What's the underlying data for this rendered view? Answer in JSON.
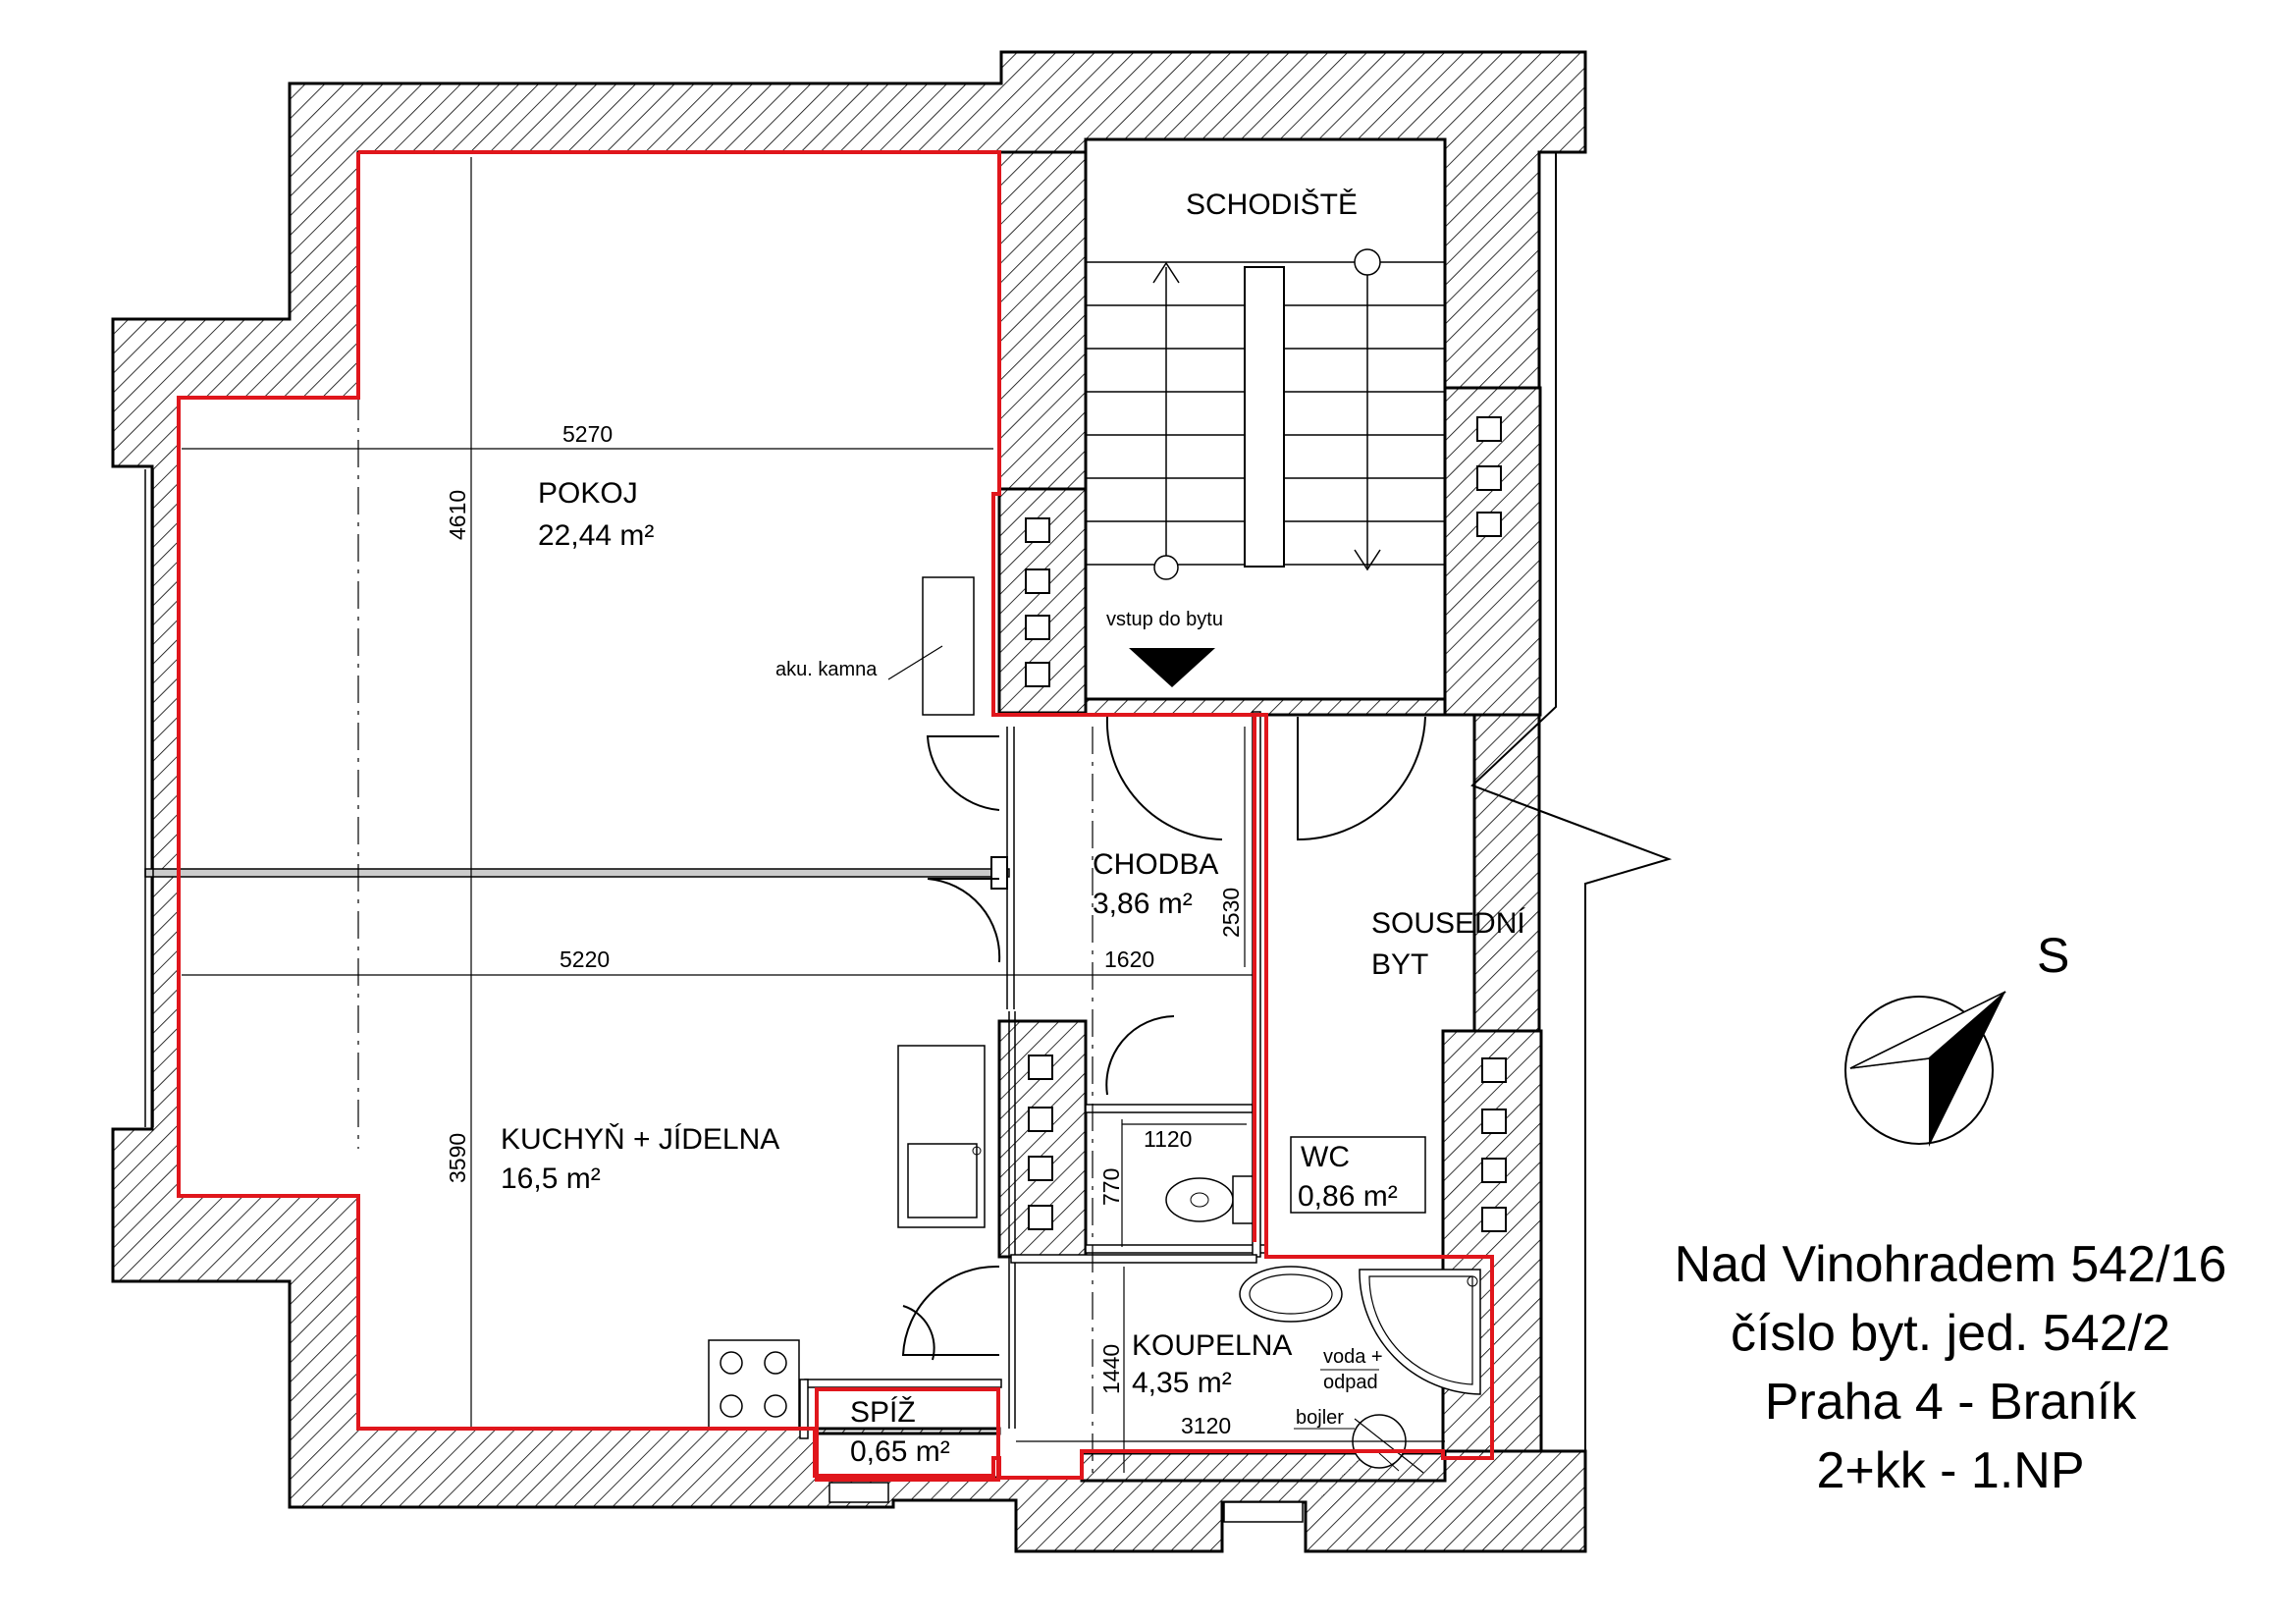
{
  "rooms": {
    "pokoj": {
      "name": "POKOJ",
      "area": "22,44 m²"
    },
    "kuchyn": {
      "name": "KUCHYŇ + JÍDELNA",
      "area": "16,5 m²"
    },
    "chodba": {
      "name": "CHODBA",
      "area": "3,86 m²"
    },
    "wc": {
      "name": "WC",
      "area": "0,86 m²"
    },
    "koupelna": {
      "name": "KOUPELNA",
      "area": "4,35 m²"
    },
    "spiz": {
      "name": "SPÍŽ",
      "area": "0,65 m²"
    },
    "schodiste": {
      "name": "SCHODIŠTĚ"
    },
    "sousedni": {
      "line1": "SOUSEDNÍ",
      "line2": "BYT"
    }
  },
  "dimensions": {
    "d5270": "5270",
    "d4610": "4610",
    "d5220": "5220",
    "d1620": "1620",
    "d2530": "2530",
    "d3590": "3590",
    "d1120": "1120",
    "d770": "770",
    "d1440": "1440",
    "d3120": "3120"
  },
  "annotations": {
    "aku_kamna": "aku. kamna",
    "vstup": "vstup do bytu",
    "voda1": "voda +",
    "voda2": "odpad",
    "bojler": "bojler"
  },
  "compass": {
    "label": "S"
  },
  "info": {
    "line1": "Nad Vinohradem 542/16",
    "line2": "číslo byt. jed. 542/2",
    "line3": "Praha 4 - Braník",
    "line4": "2+kk - 1.NP"
  },
  "colors": {
    "apartment_outline": "#e0161c",
    "wall": "#000000",
    "background": "#ffffff"
  }
}
